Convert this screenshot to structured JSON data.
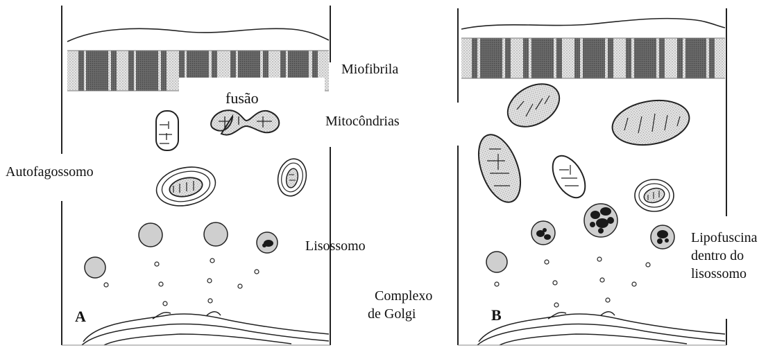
{
  "figure": {
    "panels": [
      {
        "id": "A",
        "letter": "A"
      },
      {
        "id": "B",
        "letter": "B"
      }
    ],
    "labels": {
      "miofibrila": "Miofibrila",
      "fusao": "fusão",
      "mitocondrias": "Mitocôndrias",
      "autofagossomo": "Autofagossomo",
      "lisossomo": "Lisossomo",
      "complexo_line1": "Complexo",
      "complexo_line2": "de Golgi",
      "lipofuscina_line1": "Lipofuscina",
      "lipofuscina_line2": "dentro do",
      "lipofuscina_line3": "lisossomo"
    },
    "colors": {
      "ink": "#222222",
      "stipple": "#bdbdbd",
      "lysosome_fill": "#cfcfcf",
      "lipofuscin": "#1a1a1a",
      "band_dark": "#6e6e6e"
    }
  }
}
